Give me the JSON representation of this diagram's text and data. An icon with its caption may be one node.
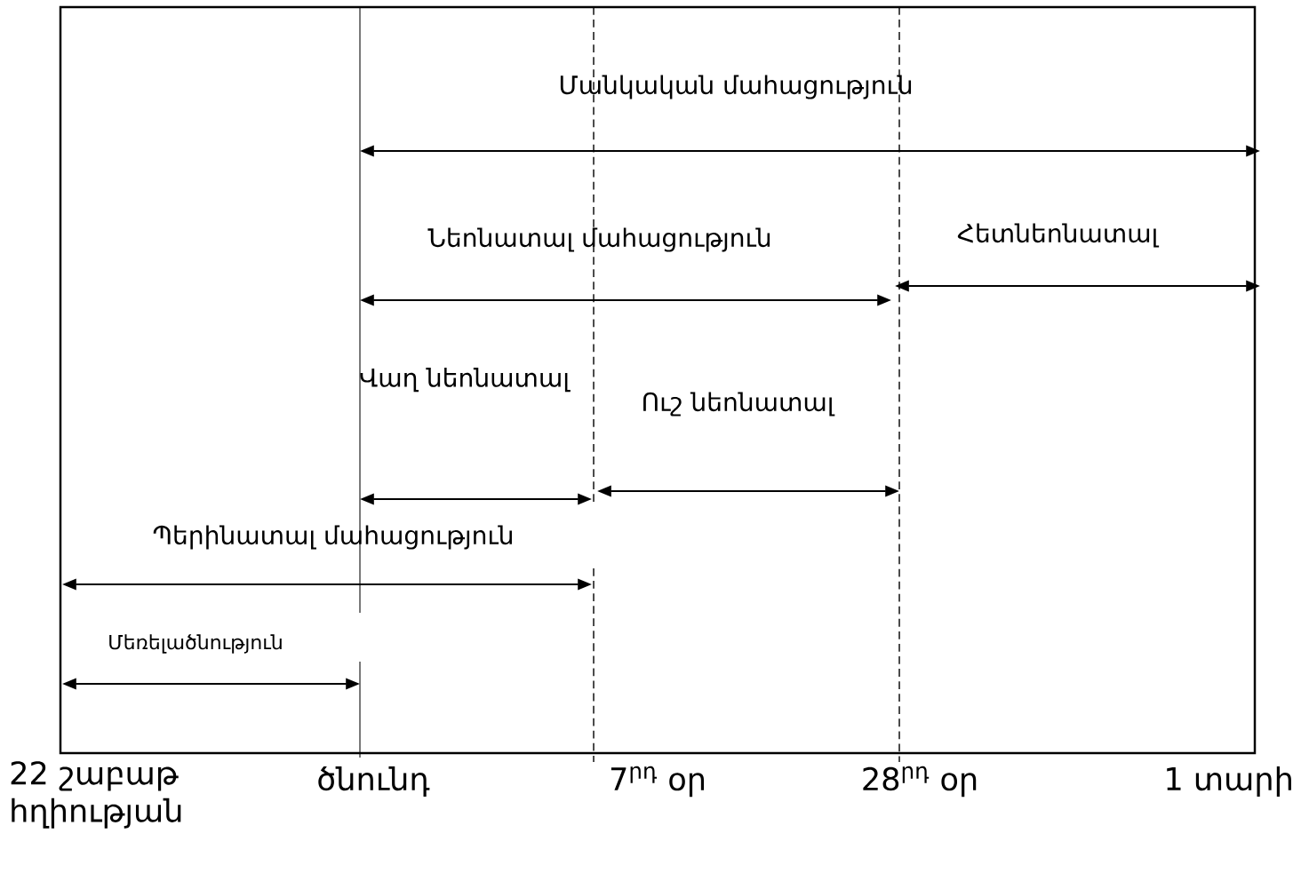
{
  "diagram": {
    "labels": [
      "Մանկական մահացություն",
      "Նեոնատալ մահացություն",
      "Հետնեոնատալ",
      "Վաղ նեոնատալ",
      "Ուշ նեոնատալ",
      "Պերինատալ մահացություն",
      "Մեռելածնություն",
      "22 շաբաթ հղիության",
      "ծնունդ",
      "7$^{րդ}$ օր",
      "28$^{րդ}$ օր",
      "1 տարի"
    ]
  }
}
